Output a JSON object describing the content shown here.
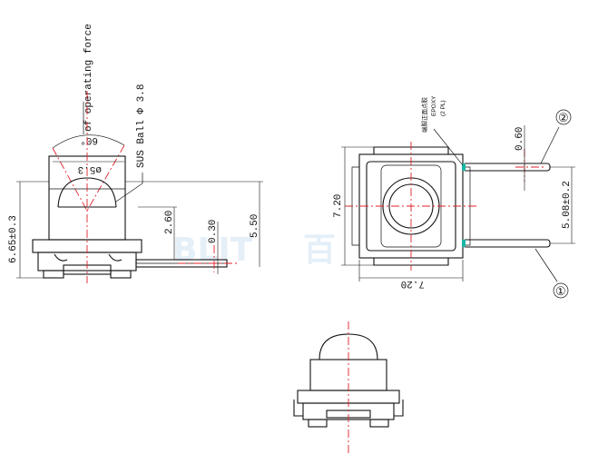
{
  "colors": {
    "line": "#111111",
    "centerline": "#e0202a",
    "watermark": "#cfe3f3",
    "lead_tip": "#19b6a4"
  },
  "watermark": {
    "latin": "BLIT",
    "cjk": "百"
  },
  "side_view": {
    "force_label": "of operating force",
    "ball_label": "SUS Ball Φ 3.8",
    "angle_label": "60°",
    "ball_dia_label": "ø5.3",
    "dim_height": "6.65±0.3",
    "dim_a": "2.60",
    "dim_b": "0.30",
    "dim_c": "5.50"
  },
  "top_view": {
    "dim_width": "7.20",
    "dim_height": "7.20",
    "dim_lead_width": "0.60",
    "dim_pitch": "5.08±0.2",
    "pin1": "①",
    "pin2": "②",
    "note_line1": "端脚正面点胶",
    "note_line2": "EPOXY",
    "note_line3": "(2 PL)"
  },
  "front_view": {}
}
